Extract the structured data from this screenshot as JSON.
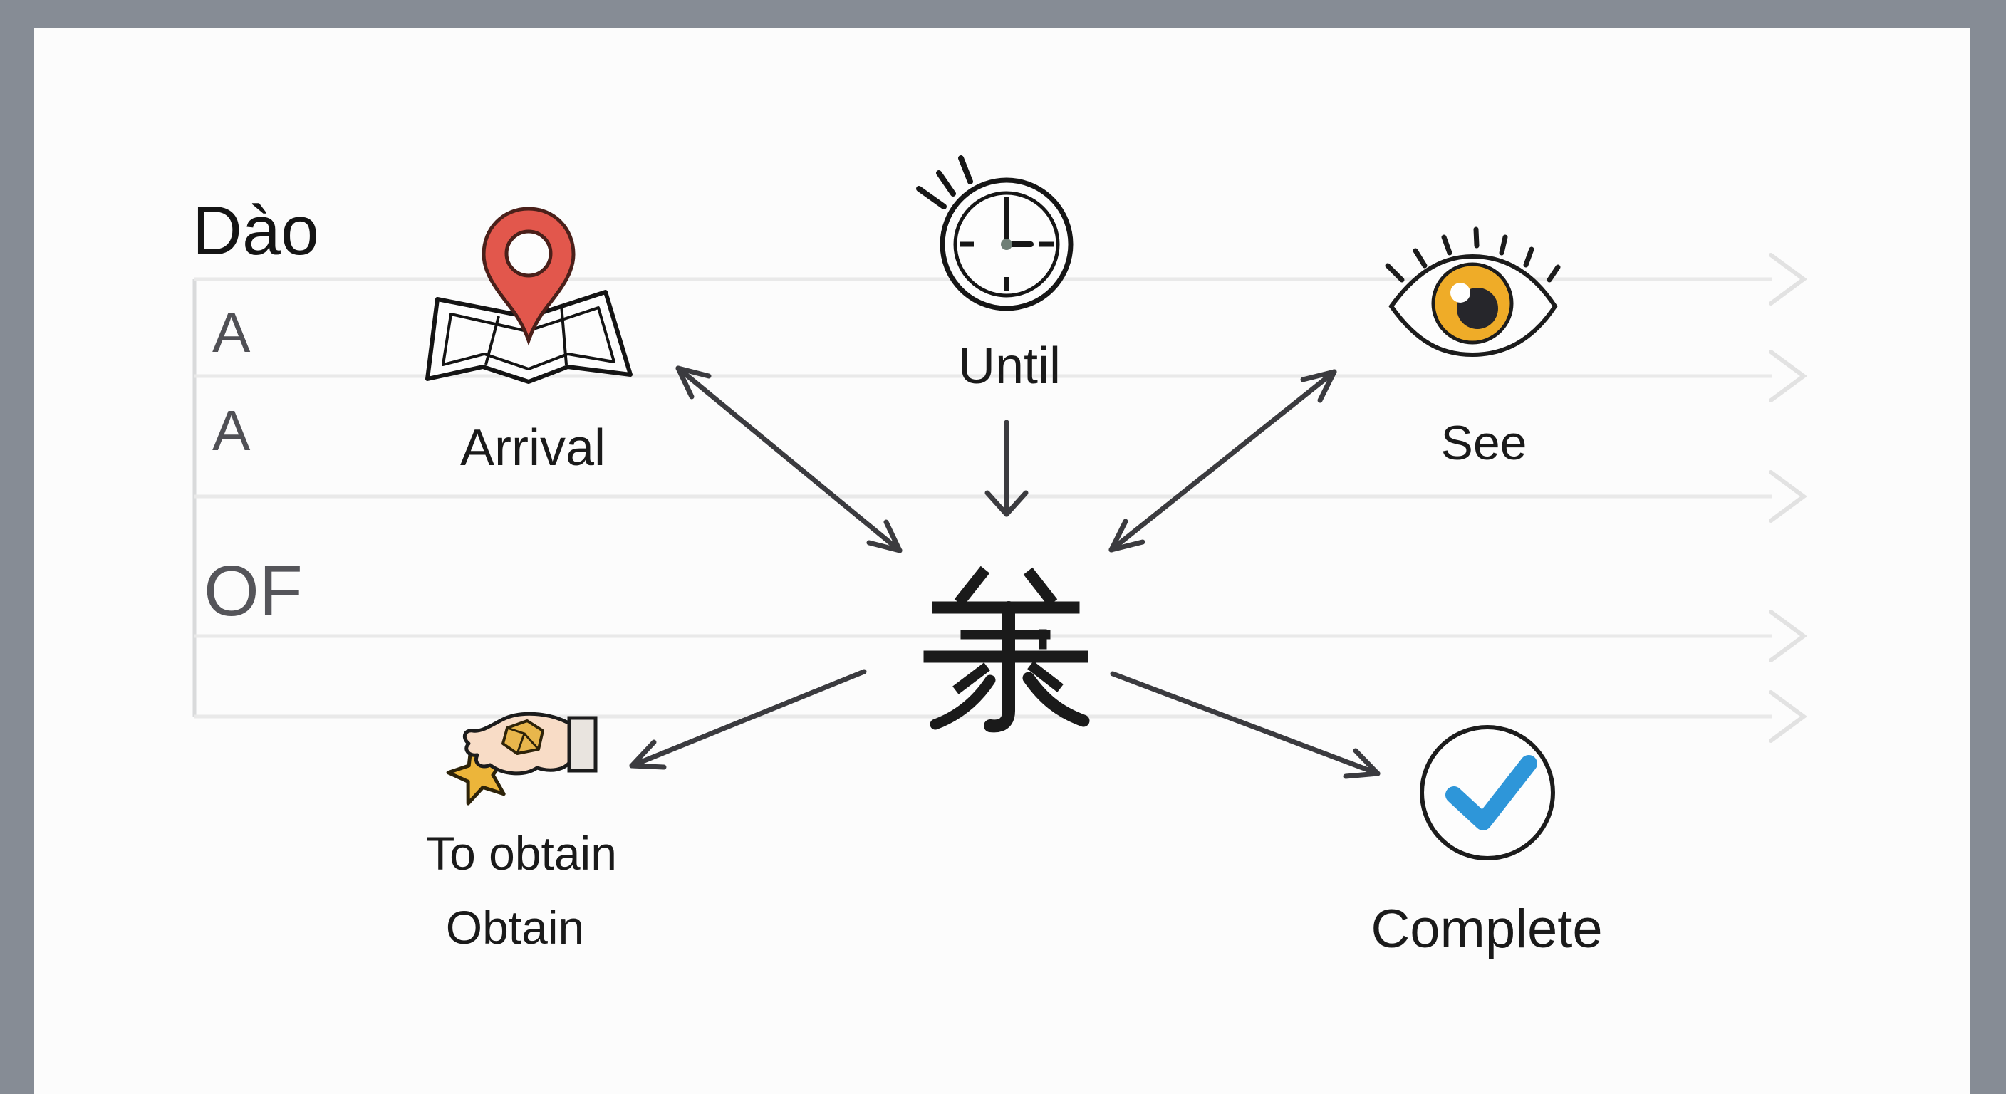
{
  "title": {
    "pinyin": "Dào"
  },
  "table": {
    "row_labels": [
      "A",
      "A",
      "OF"
    ]
  },
  "center": {
    "character_description": "large stylized hanzi glyph (resembles 隶/录) drawn in black strokes"
  },
  "nodes": [
    {
      "id": "arrival",
      "label": "Arrival",
      "icon": "map-pin-icon"
    },
    {
      "id": "until",
      "label": "Until",
      "icon": "clock-icon"
    },
    {
      "id": "see",
      "label": "See",
      "icon": "eye-icon"
    },
    {
      "id": "obtain",
      "label": "To obtain",
      "label2": "Obtain",
      "icon": "hand-star-icon"
    },
    {
      "id": "complete",
      "label": "Complete",
      "icon": "check-circle-icon"
    }
  ],
  "colors": {
    "frame_gray": "#868C95",
    "card_white": "#FCFCFC",
    "pin_red": "#E2574C",
    "iris_amber": "#EFAC28",
    "star_gold": "#ECB53A",
    "check_blue": "#2E96D9",
    "guide_line_gray": "#E9E9E9",
    "connector_dark": "#3B3B3F",
    "label_gray": "#55555A"
  }
}
